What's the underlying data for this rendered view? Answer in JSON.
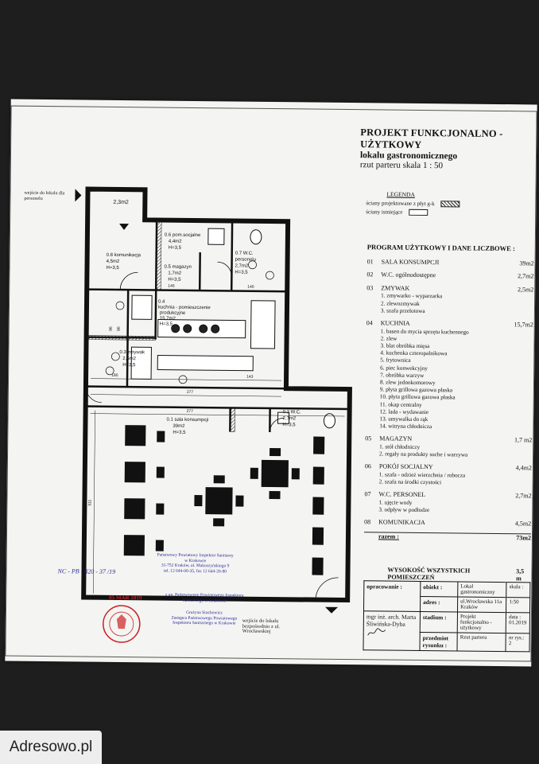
{
  "title": {
    "line1": "PROJEKT  FUNKCJONALNO - UŻYTKOWY",
    "line2": "lokalu gastronomicznego",
    "line3": "rzut parteru  skala 1 : 50"
  },
  "legend": {
    "heading": "LEGENDA",
    "items": [
      "ściany projektowane z płyt g-k",
      "ściany istniejące"
    ]
  },
  "program": {
    "heading": "PROGRAM UŻYTKOWY I DANE LICZBOWE :",
    "items": [
      {
        "num": "01",
        "name": "SALA KONSUMPCJI",
        "area": "39m2",
        "subs": []
      },
      {
        "num": "02",
        "name": "W.C. ogólnodostępne",
        "area": "2,7m2",
        "subs": []
      },
      {
        "num": "03",
        "name": "ZMYWAK",
        "area": "2,5m2",
        "subs": [
          "1. zmywarko - wyparzarka",
          "2. zlewozmywak",
          "3. szafa przelotowa"
        ]
      },
      {
        "num": "04",
        "name": "KUCHNIA",
        "area": "15,7m2",
        "subs": [
          "1. basen do mycia sprzętu kuchennego",
          "2. zlew",
          "3. blat obróbka mięsa",
          "4. kuchenka czteropalnikowa",
          "5. frytownica",
          "6. piec konwekcyjny",
          "7. obróbka warzyw",
          "8. zlew jednokomorowy",
          "9. płyta grillowa gazowa płaska",
          "10. płyta grillowa gazowa płaska",
          "11. okap centralny",
          "12. lada - wydawanie",
          "13. umywalka do rąk",
          "14. witryna chłodnicza"
        ]
      },
      {
        "num": "05",
        "name": "MAGAZYN",
        "area": "1,7 m2",
        "subs": [
          "1. stół chłodniczy",
          "2. regały na produkty suche i warzywa"
        ]
      },
      {
        "num": "06",
        "name": "POKÓJ SOCJALNY",
        "area": "4,4m2",
        "subs": [
          "1. szafa - odzież wierzchnia / robocza",
          "2. szafa na środki czystości"
        ]
      },
      {
        "num": "07",
        "name": "W.C. PERSONEL",
        "area": "2,7m2",
        "subs": [
          "1. ujęcie wody",
          "3. odpływ w podłodze"
        ]
      },
      {
        "num": "08",
        "name": "KOMUNIKACJA",
        "area": "4,5m2",
        "subs": []
      }
    ],
    "total_label": "razem :",
    "total_value": "73m2"
  },
  "height": {
    "label": "WYSOKOŚĆ WSZYSTKICH POMIESZCZEŃ",
    "value": "3,5 m"
  },
  "info_table": {
    "opracowanie": "opracowanie :",
    "obiekt_label": "obiekt :",
    "obiekt_value": "Lokal gastronomiczny",
    "skala_label": "skala :",
    "skala_value": "1:50",
    "author": "mgr inż. arch. Marta Śliwińska-Dyba",
    "adres_label": "adres :",
    "adres_value": "ul.Wrocławska 11a Kraków",
    "stadium_label": "stadium :",
    "stadium_value": "Projekt funkcjonalno - użytkowy",
    "data_label": "data :",
    "data_value": "01.2019",
    "przedmiot_label": "przedmiot rysunku :",
    "przedmiot_value": "Rzut parteru",
    "nr_value": "nr rys.: 2"
  },
  "plan": {
    "entrance_staff": "wejście do lokalu dla personelu",
    "outer_area": "2,3m2",
    "entrance_public": "wejście do lokalu bezpośrednio z ul. Wrocławskiej",
    "rooms": [
      {
        "id": "r06",
        "text": [
          "0.6 pom.socjalne",
          "4,4m2",
          "H=3,5"
        ]
      },
      {
        "id": "r07",
        "text": [
          "0.7 W.C.",
          "personelu",
          "2,7m2",
          "H=3,5"
        ]
      },
      {
        "id": "r08",
        "text": [
          "0.8 komunikacja",
          "4,5m2",
          "H=3,5"
        ]
      },
      {
        "id": "r05",
        "text": [
          "0.5 magazyn",
          "1,7m2",
          "H=3,5"
        ]
      },
      {
        "id": "r04",
        "text": [
          "0.4",
          "kuchnia - pomieszczenie",
          "produkcyjne",
          "15,7m2",
          "H=3,5"
        ]
      },
      {
        "id": "r03",
        "text": [
          "0.3 zmywak",
          "2,5m2",
          "H=3,5"
        ]
      },
      {
        "id": "r01",
        "text": [
          "0.1 sala konsumpcji",
          "39m2",
          "H=3,5"
        ]
      },
      {
        "id": "r02",
        "text": [
          "0.2 W.C.",
          "2,7m2",
          "H=3,5"
        ]
      }
    ],
    "dims": [
      "277",
      "277",
      "180",
      "143",
      "146",
      "140",
      "511",
      "96",
      "90"
    ]
  },
  "stamps": {
    "stamp1": [
      "Państwowy Powiatowy Inspektor Sanitarny",
      "w Krakowie",
      "31-752 Kraków, ul. Makuszyńskiego 9",
      "tel. 12 644-00-35, fax 12 644-20-80"
    ],
    "handwritten_ref": "NC - PB - 420 - 37 /19",
    "stamp2": [
      "z up. Państwowego Powiatowego Inspektora",
      "Sanitarnego w Krakowie"
    ],
    "stamp3": [
      "Grażyna Siuchowicz",
      "Zastępca Państwowego Powiatowego",
      "Inspektora Sanitarnego w Krakowie"
    ],
    "date_stamp": "05 MAR 2019"
  },
  "watermark": "Adresowo.pl"
}
